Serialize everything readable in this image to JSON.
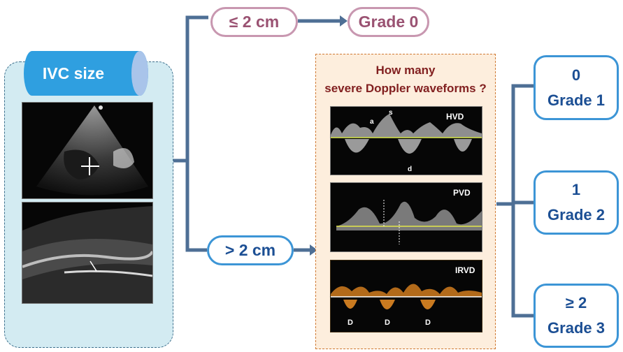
{
  "ivc_title": "IVC size",
  "branch_small": "≤ 2 cm",
  "branch_large": "> 2 cm",
  "grade0": "Grade 0",
  "question": [
    "How many",
    "severe Doppler waveforms ?"
  ],
  "waveforms": {
    "hvd": {
      "label": "HVD",
      "marks": [
        "a",
        "s",
        "d"
      ]
    },
    "pvd": {
      "label": "PVD"
    },
    "irvd": {
      "label": "IRVD",
      "marks": [
        "D",
        "D",
        "D"
      ]
    }
  },
  "outcomes": [
    {
      "count": "0",
      "grade": "Grade 1"
    },
    {
      "count": "1",
      "grade": "Grade 2"
    },
    {
      "count": "≥ 2",
      "grade": "Grade 3"
    }
  ],
  "colors": {
    "connector": "#4e6f95",
    "pink": "#c897b0",
    "blue": "#3c95d6",
    "cylinder": "#2f9fe0",
    "dark_red": "#822020",
    "dashed_orange": "#d07a34"
  }
}
